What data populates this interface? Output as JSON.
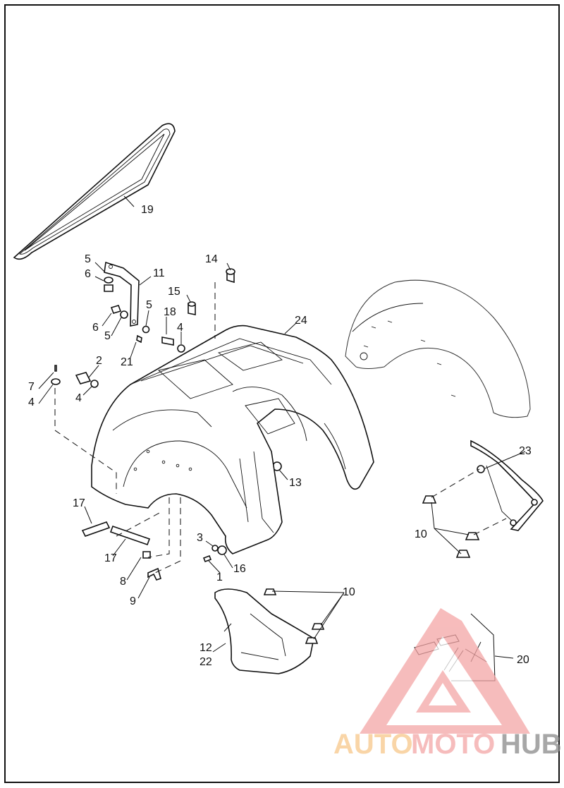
{
  "diagram": {
    "callouts": {
      "c19": "19",
      "c5a": "5",
      "c6a": "6",
      "c11": "11",
      "c14": "14",
      "c15": "15",
      "c5b": "5",
      "c18": "18",
      "c6b": "6",
      "c5c": "5",
      "c4a": "4",
      "c24": "24",
      "c21": "21",
      "c2": "2",
      "c7": "7",
      "c4b": "4",
      "c4c": "4",
      "c13": "13",
      "c23": "23",
      "c17a": "17",
      "c17b": "17",
      "c3": "3",
      "c16": "16",
      "c1": "1",
      "c8": "8",
      "c9": "9",
      "c10a": "10",
      "c10b": "10",
      "c12": "12",
      "c22": "22",
      "c20": "20"
    }
  },
  "watermark": {
    "part1": "AUTO",
    "part2": "MOTO",
    "part3": "HUB",
    "color_primary": "#f4a6a6",
    "color_secondary": "#f7c88a",
    "color_tertiary": "#8a8a8a"
  }
}
